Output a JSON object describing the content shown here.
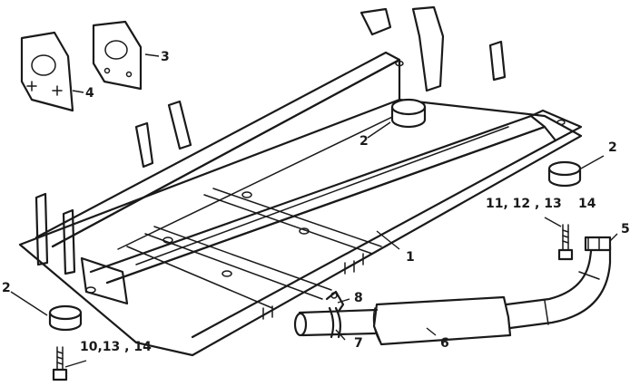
{
  "callouts": {
    "c1": "1",
    "c2a": "2",
    "c2b": "2",
    "c2c": "2",
    "c3": "3",
    "c4": "4",
    "c5": "5",
    "c6": "6",
    "c7": "7",
    "c8": "8",
    "c10": "10,13 , 14",
    "c11": "11,  12 , 13",
    "c14": "14"
  }
}
